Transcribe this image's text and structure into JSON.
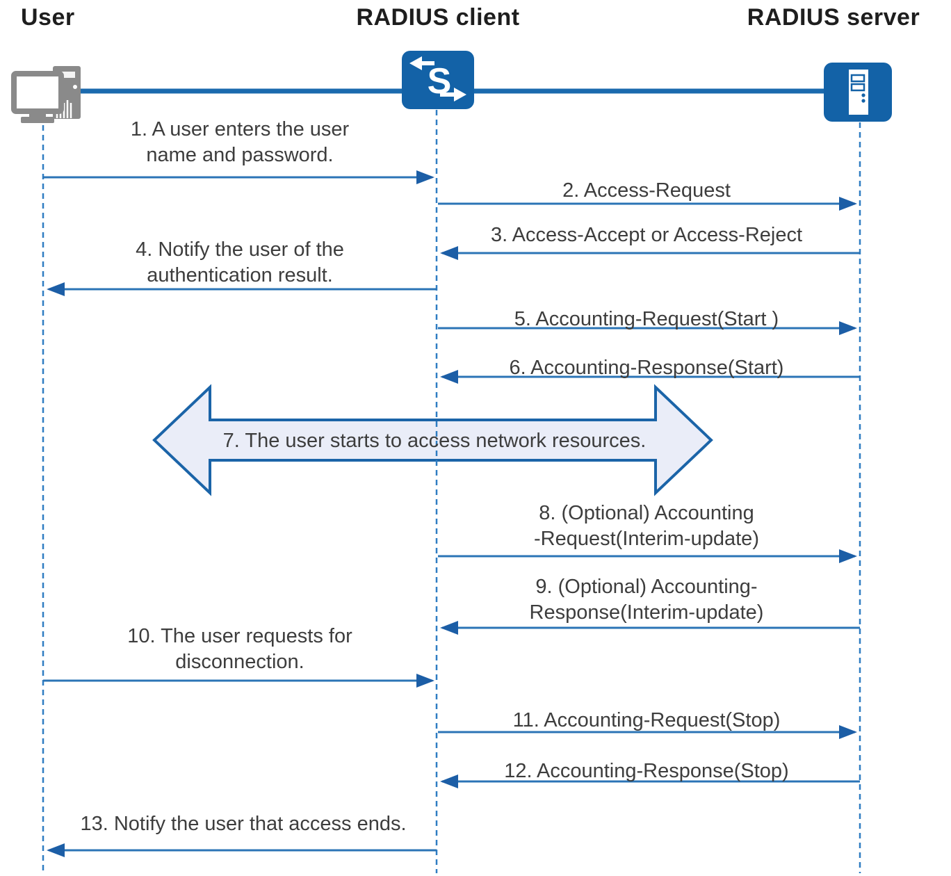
{
  "actors": [
    {
      "id": "user",
      "label": "User",
      "icon": "computer-icon"
    },
    {
      "id": "radius-client",
      "label": "RADIUS client",
      "icon": "switch-icon"
    },
    {
      "id": "radius-server",
      "label": "RADIUS server",
      "icon": "server-icon"
    }
  ],
  "messages": [
    {
      "num": 1,
      "from": "user",
      "to": "radius-client",
      "text": "1. A user enters the user\nname and password."
    },
    {
      "num": 2,
      "from": "radius-client",
      "to": "radius-server",
      "text": "2. Access-Request"
    },
    {
      "num": 3,
      "from": "radius-server",
      "to": "radius-client",
      "text": "3. Access-Accept or Access-Reject"
    },
    {
      "num": 4,
      "from": "radius-client",
      "to": "user",
      "text": "4. Notify the user of the\nauthentication result."
    },
    {
      "num": 5,
      "from": "radius-client",
      "to": "radius-server",
      "text": "5. Accounting-Request(Start )"
    },
    {
      "num": 6,
      "from": "radius-server",
      "to": "radius-client",
      "text": "6. Accounting-Response(Start)"
    },
    {
      "num": 7,
      "from": "user",
      "to": "radius-server",
      "style": "block-double-arrow",
      "text": "7. The user starts to access network resources."
    },
    {
      "num": 8,
      "from": "radius-client",
      "to": "radius-server",
      "text": "8. (Optional) Accounting\n-Request(Interim-update)"
    },
    {
      "num": 9,
      "from": "radius-server",
      "to": "radius-client",
      "text": "9. (Optional) Accounting-\nResponse(Interim-update)"
    },
    {
      "num": 10,
      "from": "user",
      "to": "radius-client",
      "text": "10. The user requests for\ndisconnection."
    },
    {
      "num": 11,
      "from": "radius-client",
      "to": "radius-server",
      "text": "11. Accounting-Request(Stop)"
    },
    {
      "num": 12,
      "from": "radius-server",
      "to": "radius-client",
      "text": "12. Accounting-Response(Stop)"
    },
    {
      "num": 13,
      "from": "radius-client",
      "to": "user",
      "text": "13. Notify the user that access ends."
    }
  ],
  "colors": {
    "icon_blue": "#1362a7",
    "backbone_blue": "#1b6aae",
    "arrow_line_blue": "#2b74b6",
    "arrow_head_blue": "#1c5ea6",
    "lifeline_blue": "#2f7dc2",
    "block_arrow_fill": "#eaedf8",
    "block_arrow_border": "#1b64a8",
    "icon_gray": "#8a8a8a",
    "message_text": "#3d3d3d",
    "header_text": "#1e1e1e"
  }
}
